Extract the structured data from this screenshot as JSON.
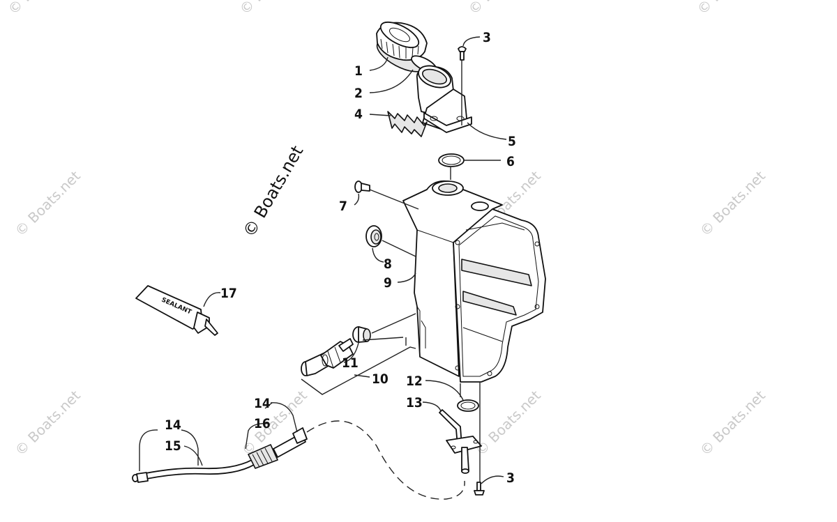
{
  "watermark": {
    "main_text": "© Boats.net",
    "repeat_text": "© Boats.net",
    "corner_text": "© B"
  },
  "callouts": [
    {
      "id": "1",
      "label": "1"
    },
    {
      "id": "2",
      "label": "2"
    },
    {
      "id": "3a",
      "label": "3"
    },
    {
      "id": "4",
      "label": "4"
    },
    {
      "id": "5",
      "label": "5"
    },
    {
      "id": "6",
      "label": "6"
    },
    {
      "id": "7",
      "label": "7"
    },
    {
      "id": "8",
      "label": "8"
    },
    {
      "id": "9",
      "label": "9"
    },
    {
      "id": "10",
      "label": "10"
    },
    {
      "id": "11",
      "label": "11"
    },
    {
      "id": "12",
      "label": "12"
    },
    {
      "id": "13",
      "label": "13"
    },
    {
      "id": "14a",
      "label": "14"
    },
    {
      "id": "14b",
      "label": "14"
    },
    {
      "id": "15",
      "label": "15"
    },
    {
      "id": "16",
      "label": "16"
    },
    {
      "id": "17",
      "label": "17"
    },
    {
      "id": "3b",
      "label": "3"
    }
  ],
  "parts": {
    "sealant_label": "SEALANT"
  },
  "colors": {
    "line": "#111111",
    "watermark": "#c9c9c9",
    "background": "#ffffff"
  }
}
